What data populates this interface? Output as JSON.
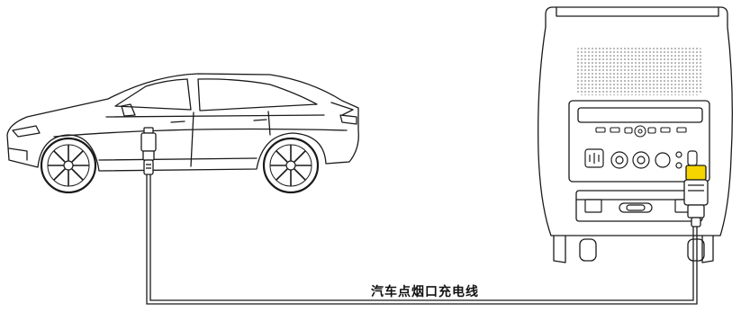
{
  "diagram": {
    "cable_label": "汽车点烟口充电线",
    "colors": {
      "line": "#1a1a1a",
      "plug_highlight": "#f5d400",
      "background": "#ffffff",
      "grille": "#9a9a9a"
    },
    "items": {
      "car": "car",
      "power_station": "portable-power-station",
      "cigarette_plug": "car-cigarette-lighter-plug",
      "output_plug": "dc-output-plug"
    }
  }
}
